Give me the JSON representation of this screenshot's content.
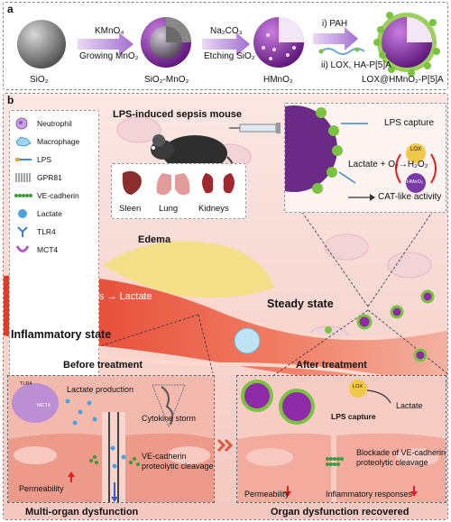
{
  "panel_a": {
    "tag": "a",
    "steps": [
      {
        "label": "SiO₂"
      },
      {
        "label": "SiO₂-MnO₂"
      },
      {
        "label": "HMnO₂"
      },
      {
        "label": "LOX@HMnO₂-P[5]A"
      }
    ],
    "arrows": [
      {
        "top": "KMnO₄",
        "bottom": "Growing MnO₂"
      },
      {
        "top": "Na₂CO₃",
        "bottom": "Etching SiO₂"
      },
      {
        "top": "i) PAH",
        "bottom": "ii) LOX, HA-P[5]A"
      }
    ]
  },
  "panel_b": {
    "tag": "b",
    "title": "LPS-induced sepsis mouse",
    "legend": [
      "Neutrophil",
      "Macrophage",
      "LPS",
      "GPR81",
      "VE-cadherin",
      "Lactate",
      "TLR4",
      "MCT4"
    ],
    "organs": [
      "Sleen",
      "Lung",
      "Kidneys"
    ],
    "mechanism": {
      "lps_capture": "LPS capture",
      "reaction": "Lactate + O₂→H₂O₂",
      "lox": "LOX",
      "hmno2": "HMnO₂",
      "cat": "CAT-like activity"
    },
    "vessel": {
      "edema": "Edema",
      "pathway": "LPS → Glycolysis → Lactate",
      "inflammatory": "Inflammatory state",
      "steady": "Steady state"
    },
    "before": {
      "title": "Before treatment",
      "lactate": "Lactate production",
      "storm": "Cytokine storm",
      "cleavage": "VE-cadherin proteolytic cleavage",
      "permeability": "Permeability",
      "outcome": "Multi-organ dysfunction",
      "tlr4": "TLR4",
      "mct4": "MCT4"
    },
    "after": {
      "title": "After treatment",
      "lactate": "Lactate",
      "lps": "LPS capture",
      "blockade": "Blockade of VE-cadherin proteolytic cleavage",
      "permeability": "Permeability",
      "inflam": "Inflammatory responses",
      "outcome": "Organ dysfunction recovered",
      "lox": "LOX"
    }
  },
  "colors": {
    "mno2": "#8e2aa8",
    "sio2": "#8a8a8a",
    "green": "#7cc242",
    "vessel": "#e8563e",
    "tissue": "#f6d6d0",
    "arrow": "#c9a4e0",
    "up": "#e02020",
    "down": "#e02020"
  }
}
